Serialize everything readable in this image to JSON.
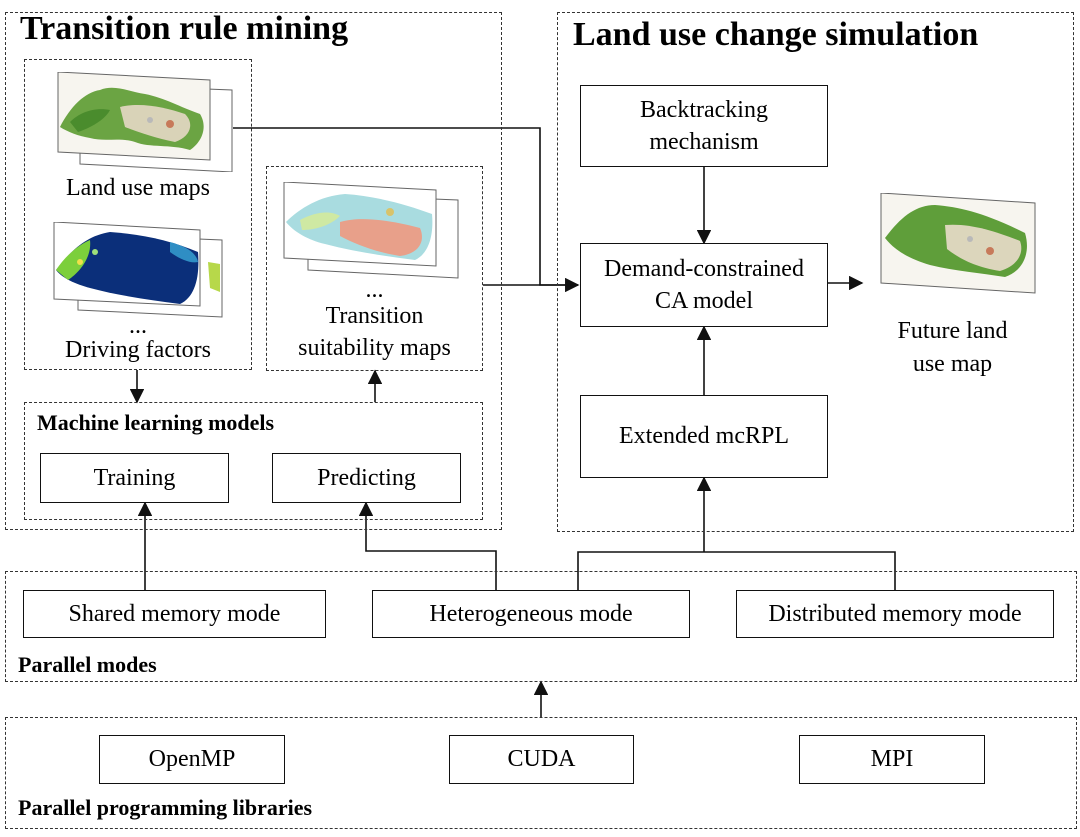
{
  "left_panel": {
    "title": "Transition rule mining",
    "land_use_maps_label": "Land use maps",
    "driving_factors_ellipsis": "...",
    "driving_factors_label": "Driving factors",
    "suitability_ellipsis": "...",
    "suitability_label_line1": "Transition",
    "suitability_label_line2": "suitability maps",
    "ml_models_title": "Machine learning models",
    "training_label": "Training",
    "predicting_label": "Predicting"
  },
  "right_panel": {
    "title": "Land use change simulation",
    "backtracking_line1": "Backtracking",
    "backtracking_line2": "mechanism",
    "ca_model_line1": "Demand-constrained",
    "ca_model_line2": "CA model",
    "mcrpl_label": "Extended mcRPL",
    "future_map_line1": "Future land",
    "future_map_line2": "use map"
  },
  "parallel_modes": {
    "title": "Parallel modes",
    "shared_memory": "Shared memory mode",
    "heterogeneous": "Heterogeneous mode",
    "distributed_memory": "Distributed memory mode"
  },
  "libraries": {
    "title": "Parallel programming libraries",
    "openmp": "OpenMP",
    "cuda": "CUDA",
    "mpi": "MPI"
  },
  "colors": {
    "line": "#111111",
    "dash": "#333333",
    "map_green": "#5f9e3a",
    "map_dark_blue": "#0b2f7a",
    "map_salmon": "#e8a08a",
    "map_cyan": "#a9dce0"
  }
}
